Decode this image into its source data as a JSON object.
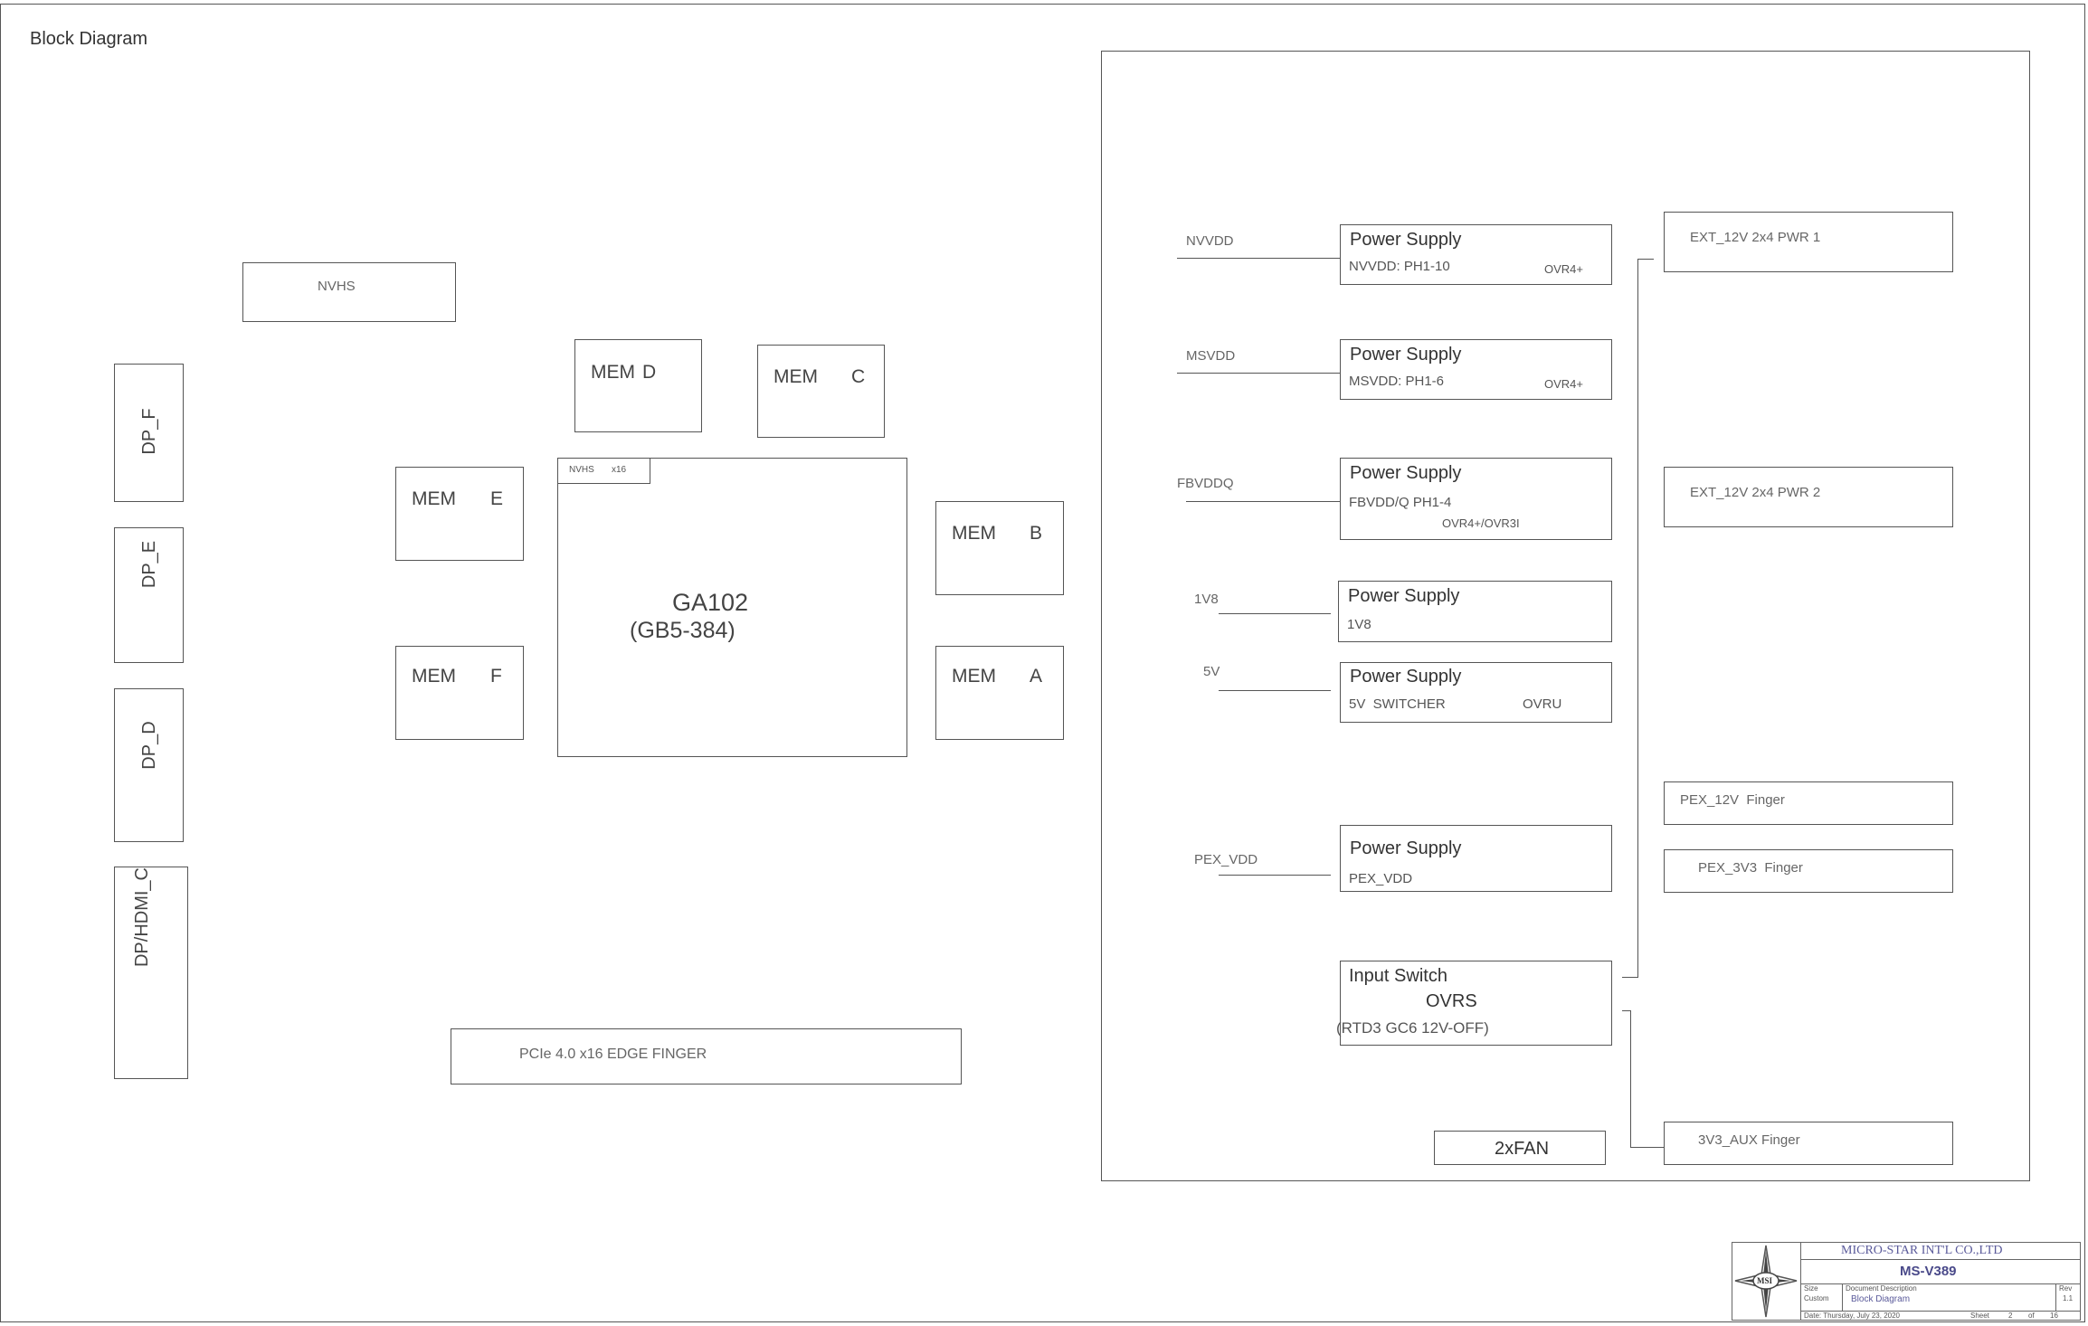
{
  "page": {
    "title": "Block Diagram"
  },
  "connectors": {
    "nvhs": "NVHS",
    "dp_f": "DP_F",
    "dp_e": "DP_E",
    "dp_d": "DP_D",
    "dp_hdmi_c": "DP/HDMI_C",
    "pcie": "PCIe 4.0 x16 EDGE FINGER"
  },
  "gpu": {
    "tab_left": "NVHS",
    "tab_right": "x16",
    "name": "GA102",
    "package": "(GB5-384)"
  },
  "memory": {
    "d": {
      "prefix": "MEM",
      "letter": "D"
    },
    "c": {
      "prefix": "MEM",
      "letter": "C"
    },
    "e": {
      "prefix": "MEM",
      "letter": "E"
    },
    "f": {
      "prefix": "MEM",
      "letter": "F"
    },
    "b": {
      "prefix": "MEM",
      "letter": "B"
    },
    "a": {
      "prefix": "MEM",
      "letter": "A"
    }
  },
  "power": {
    "nvvdd": {
      "rail": "NVVDD",
      "title": "Power Supply",
      "sub": "NVVDD: PH1-10",
      "ctrl": "OVR4+"
    },
    "msvdd": {
      "rail": "MSVDD",
      "title": "Power Supply",
      "sub": "MSVDD: PH1-6",
      "ctrl": "OVR4+"
    },
    "fbvddq": {
      "rail": "FBVDDQ",
      "title": "Power Supply",
      "sub": "FBVDD/Q PH1-4",
      "ctrl": "OVR4+/OVR3I"
    },
    "v1v8": {
      "rail": "1V8",
      "title": "Power Supply",
      "sub": "1V8"
    },
    "v5": {
      "rail": "5V",
      "title": "Power Supply",
      "sub": "5V  SWITCHER",
      "ctrl": "OVRU"
    },
    "pex_vdd": {
      "rail": "PEX_VDD",
      "title": "Power Supply",
      "sub": "PEX_VDD"
    },
    "input_switch": {
      "title": "Input Switch",
      "ctrl": "OVRS",
      "note": "(RTD3 GC6 12V-OFF)"
    },
    "fan": "2xFAN"
  },
  "inputs": {
    "ext_pwr1": "EXT_12V 2x4 PWR 1",
    "ext_pwr2": "EXT_12V 2x4 PWR 2",
    "pex_12v": "PEX_12V  Finger",
    "pex_3v3": "PEX_3V3  Finger",
    "aux_3v3": "3V3_AUX Finger"
  },
  "title_block": {
    "company": "MICRO-STAR INT'L CO.,LTD",
    "model": "MS-V389",
    "logo_text": "MSI",
    "size_label": "Size",
    "size_value": "Custom",
    "doc_label": "Document Description",
    "doc_value": "Block Diagram",
    "rev_label": "Rev",
    "rev_value": "1.1",
    "date": "Date:  Thursday, July 23, 2020",
    "sheet_label": "Sheet",
    "sheet_num": "2",
    "of_label": "of",
    "sheet_total": "16"
  }
}
